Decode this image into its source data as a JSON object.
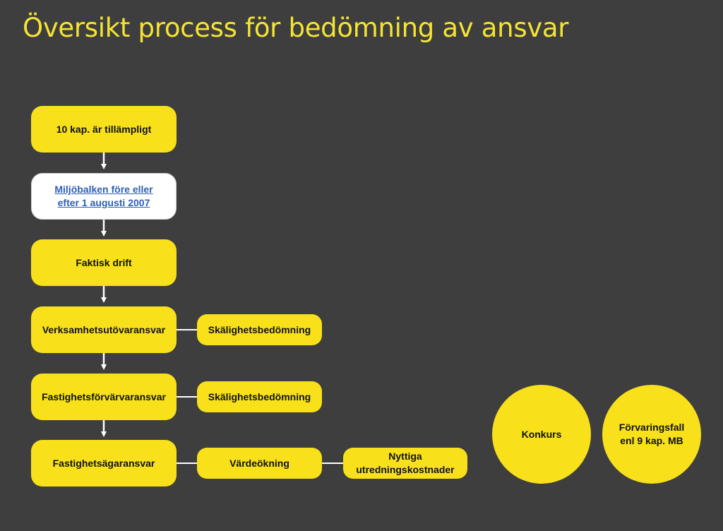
{
  "title": "Översikt process för bedömning av ansvar",
  "colors": {
    "background": "#3e3e3e",
    "title": "#f5e432",
    "box_fill": "#f8e11b",
    "link": "#2e5fb5",
    "connector": "#ffffff"
  },
  "flow": {
    "step1": "10 kap. är tillämpligt",
    "step2_line1": "Miljöbalken före eller",
    "step2_line2": "efter 1 augusti 2007",
    "step3": "Faktisk drift",
    "step4": "Verksamhetsutövaransvar",
    "step5": "Fastighetsförvärvaransvar",
    "step6": "Fastighetsägaransvar"
  },
  "side": {
    "step4_side": "Skälighetsbedömning",
    "step5_side": "Skälighetsbedömning",
    "step6_side": "Värdeökning",
    "step6_side2_line1": "Nyttiga",
    "step6_side2_line2": "utredningskostnader"
  },
  "circles": {
    "left": "Konkurs",
    "right_line1": "Förvaringsfall",
    "right_line2": "enl 9 kap. MB"
  }
}
